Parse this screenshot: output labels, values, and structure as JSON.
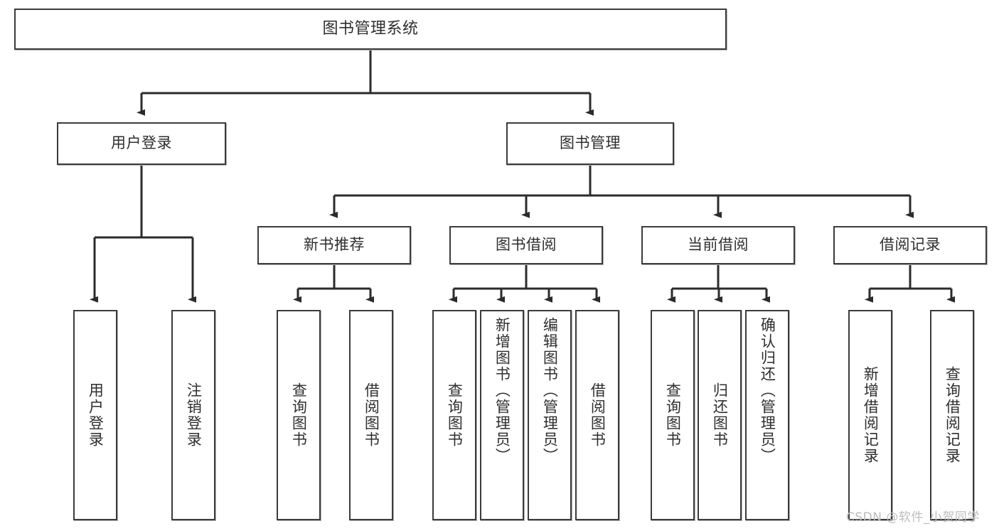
{
  "diagram": {
    "type": "tree-hierarchy-chart",
    "title": "图书管理系统",
    "colors": {
      "box_border": "#3b3b3b",
      "box_fill": "#ffffff",
      "text": "#2e2e2e",
      "connector": "#2b2b2b",
      "watermark": "#bdbdbd",
      "background": "#ffffff"
    },
    "root": {
      "label": "图书管理系统"
    },
    "level2": [
      {
        "label": "用户登录"
      },
      {
        "label": "图书管理"
      }
    ],
    "level3": [
      {
        "label": "新书推荐"
      },
      {
        "label": "图书借阅"
      },
      {
        "label": "当前借阅"
      },
      {
        "label": "借阅记录"
      }
    ],
    "leaves": {
      "user_login": [
        {
          "label": "用户登录"
        },
        {
          "label": "注销登录"
        }
      ],
      "new_book_recommend": [
        {
          "label": "查询图书"
        },
        {
          "label": "借阅图书"
        }
      ],
      "book_borrow": [
        {
          "label": "查询图书"
        },
        {
          "label": "新增图书（管理员）"
        },
        {
          "label": "编辑图书（管理员）"
        },
        {
          "label": "借阅图书"
        }
      ],
      "current_borrow": [
        {
          "label": "查询图书"
        },
        {
          "label": "归还图书"
        },
        {
          "label": "确认归还（管理员）"
        }
      ],
      "borrow_record": [
        {
          "label": "新增借阅记录"
        },
        {
          "label": "查询借阅记录"
        }
      ]
    }
  },
  "watermark": {
    "text": "CSDN @软件_小贺同学"
  }
}
